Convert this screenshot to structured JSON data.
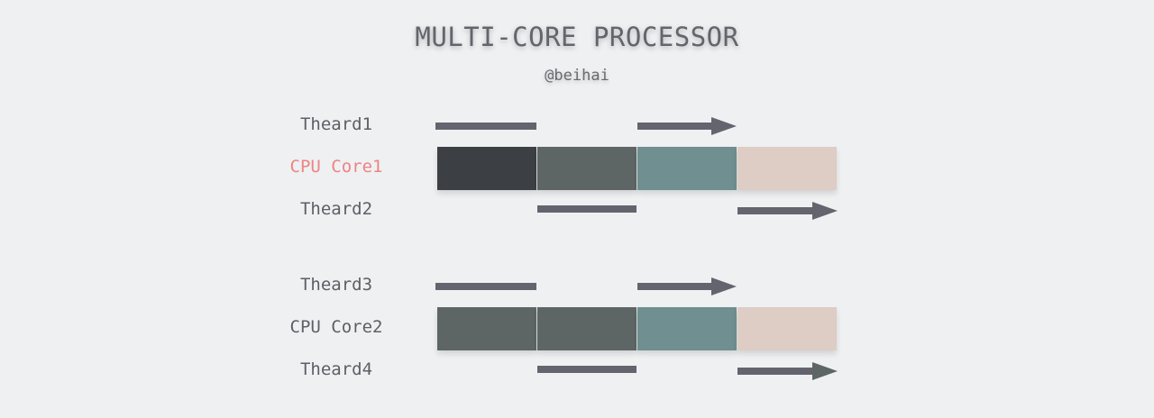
{
  "header": {
    "title": "MULTI-CORE PROCESSOR",
    "author": "@beihai"
  },
  "labels": {
    "thread1": "Theard1",
    "core1": "CPU Core1",
    "thread2": "Theard2",
    "thread3": "Theard3",
    "core2": "CPU Core2",
    "thread4": "Theard4"
  },
  "colors": {
    "core1_highlight": "#ef8383",
    "segment_dark": "#3c4044",
    "segment_gray": "#5d6665",
    "segment_teal": "#6f8f91",
    "segment_beige": "#ddcdc4",
    "thread_bar": "#64646e"
  }
}
